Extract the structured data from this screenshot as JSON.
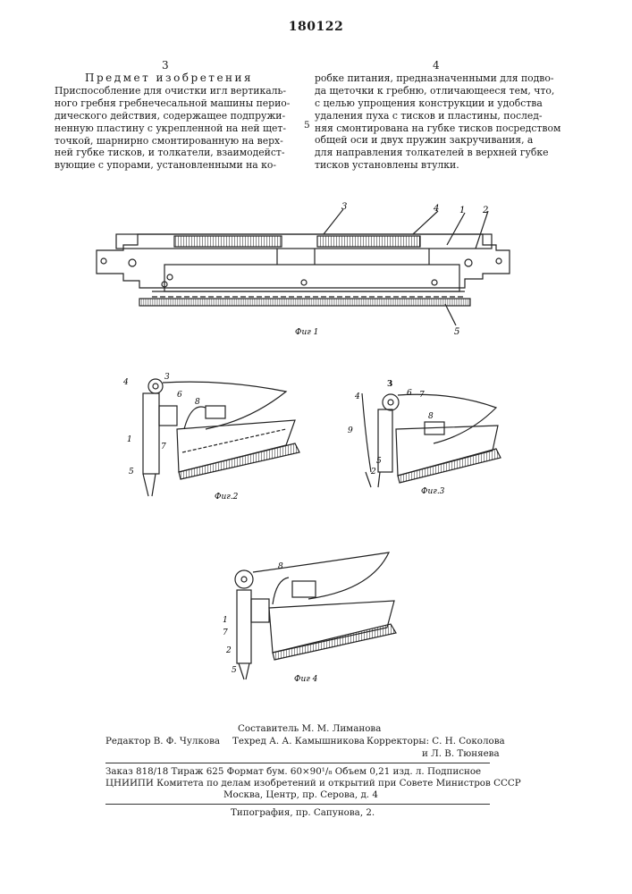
{
  "header": {
    "patent_number": "180122",
    "left_column_number": "3",
    "right_column_number": "4",
    "section_title": "Предмет изобретения"
  },
  "claim": {
    "left_lines": [
      "Приспособление для очистки игл вертикаль-",
      "ного гребня гребнечесальной машины перио-",
      "дического действия, содержащее подпружи-",
      "ненную пластину с укрепленной на ней щет-",
      "точкой, шарнирно смонтированную на верх-",
      "ней губке тисков, и толкатели, взаимодейст-",
      "вующие с упорами, установленными на ко-"
    ],
    "right_lines": [
      "робке питания, предназначенными для подво-",
      "да щеточки к гребню, отличающееся тем, что,",
      "с целью упрощения конструкции и удобства",
      "удаления пуха с тисков и пластины, послед-",
      "няя смонтирована на губке тисков посредством",
      "общей оси и двух пружин закручивания, а",
      "для направления толкателей в верхней губке",
      "тисков установлены втулки."
    ],
    "line_marker": "5"
  },
  "figures": {
    "fig1": {
      "caption": "Фиг 1",
      "callouts": [
        "3",
        "4",
        "1",
        "2",
        "5"
      ]
    },
    "fig2": {
      "caption": "Фиг.2",
      "callouts": [
        "4",
        "3",
        "6",
        "8",
        "1",
        "7",
        "5"
      ]
    },
    "fig3": {
      "caption": "Фиг.3",
      "callouts": [
        "3",
        "4",
        "6",
        "7",
        "8",
        "9",
        "2",
        "5"
      ]
    },
    "fig4": {
      "caption": "Фиг 4",
      "callouts": [
        "8",
        "1",
        "7",
        "2",
        "5"
      ]
    }
  },
  "credits": {
    "compiler": "Составитель М. М. Лиманова",
    "editor": "Редактор В. Ф. Чулкова",
    "tech_editor": "Техред А. А. Камышникова",
    "correctors_1": "Корректоры: С. Н. Соколова",
    "correctors_2": "и Л. В. Тюняева",
    "imprint_1": "Заказ 818/18   Тираж 625   Формат бум. 60×90¹/₈   Объем 0,21 изд. л.  Подписное",
    "imprint_2": "ЦНИИПИ Комитета по делам изобретений и открытий при Совете Министров СССР",
    "imprint_3": "Москва, Центр, пр. Серова, д. 4",
    "printer": "Типография, пр. Сапунова, 2."
  }
}
